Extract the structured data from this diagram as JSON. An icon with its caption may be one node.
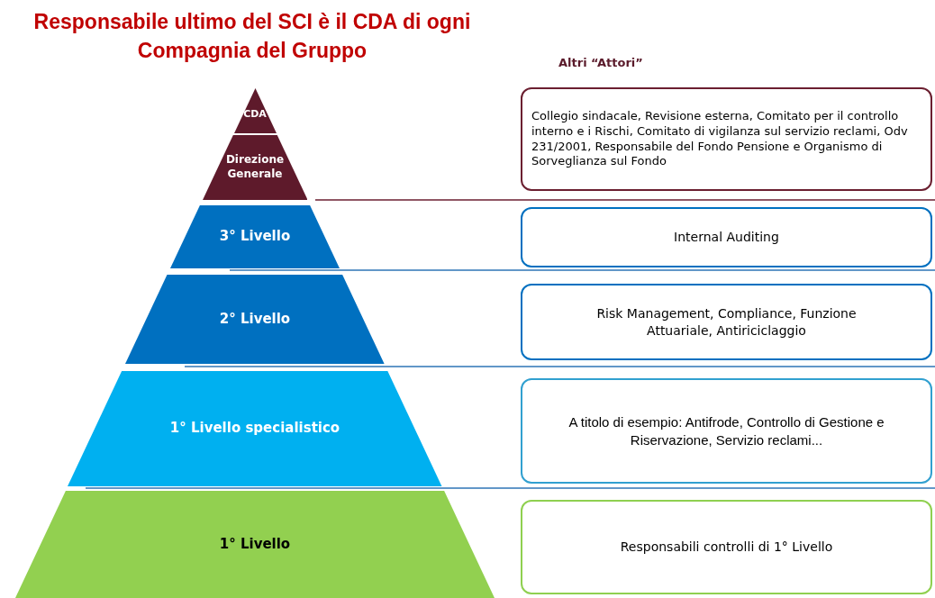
{
  "diagram": {
    "title": "Responsabile ultimo del SCI è il CDA di ogni Compagnia del Gruppo",
    "nodes": [
      {
        "text": [
          "CDA"
        ]
      },
      {
        "text": [
          "Direzione Generale"
        ]
      },
      {
        "text": [
          "3° Livello"
        ]
      },
      {
        "text": [
          "2° Livello"
        ]
      },
      {
        "text": [
          "1° Livello specialistico"
        ]
      },
      {
        "text": [
          "1° Livello"
        ]
      },
      {
        "text": [
          "Collegio sindacale, Revisione esterna, Comitato per il controllo interno e i Rischi, Comitato di vigilanza sul servizio reclami, Odv 231/2001, Responsabile del Fondo Pensione e Organismo di Sorveglianza sul Fondo"
        ]
      },
      {
        "text": [
          "Internal Auditing"
        ]
      },
      {
        "text": [
          "Risk Management, Compliance, Funzione Attuariale, Antiriciclaggio"
        ]
      },
      {
        "text": [
          "A titolo di esempio: Antifrode, Controllo di Gestione e Riservazione, Servizio reclami..."
        ]
      },
      {
        "text": [
          "Responsabili controlli di 1° Livello"
        ]
      }
    ],
    "labels": [
      "Altri “Attori”"
    ]
  }
}
